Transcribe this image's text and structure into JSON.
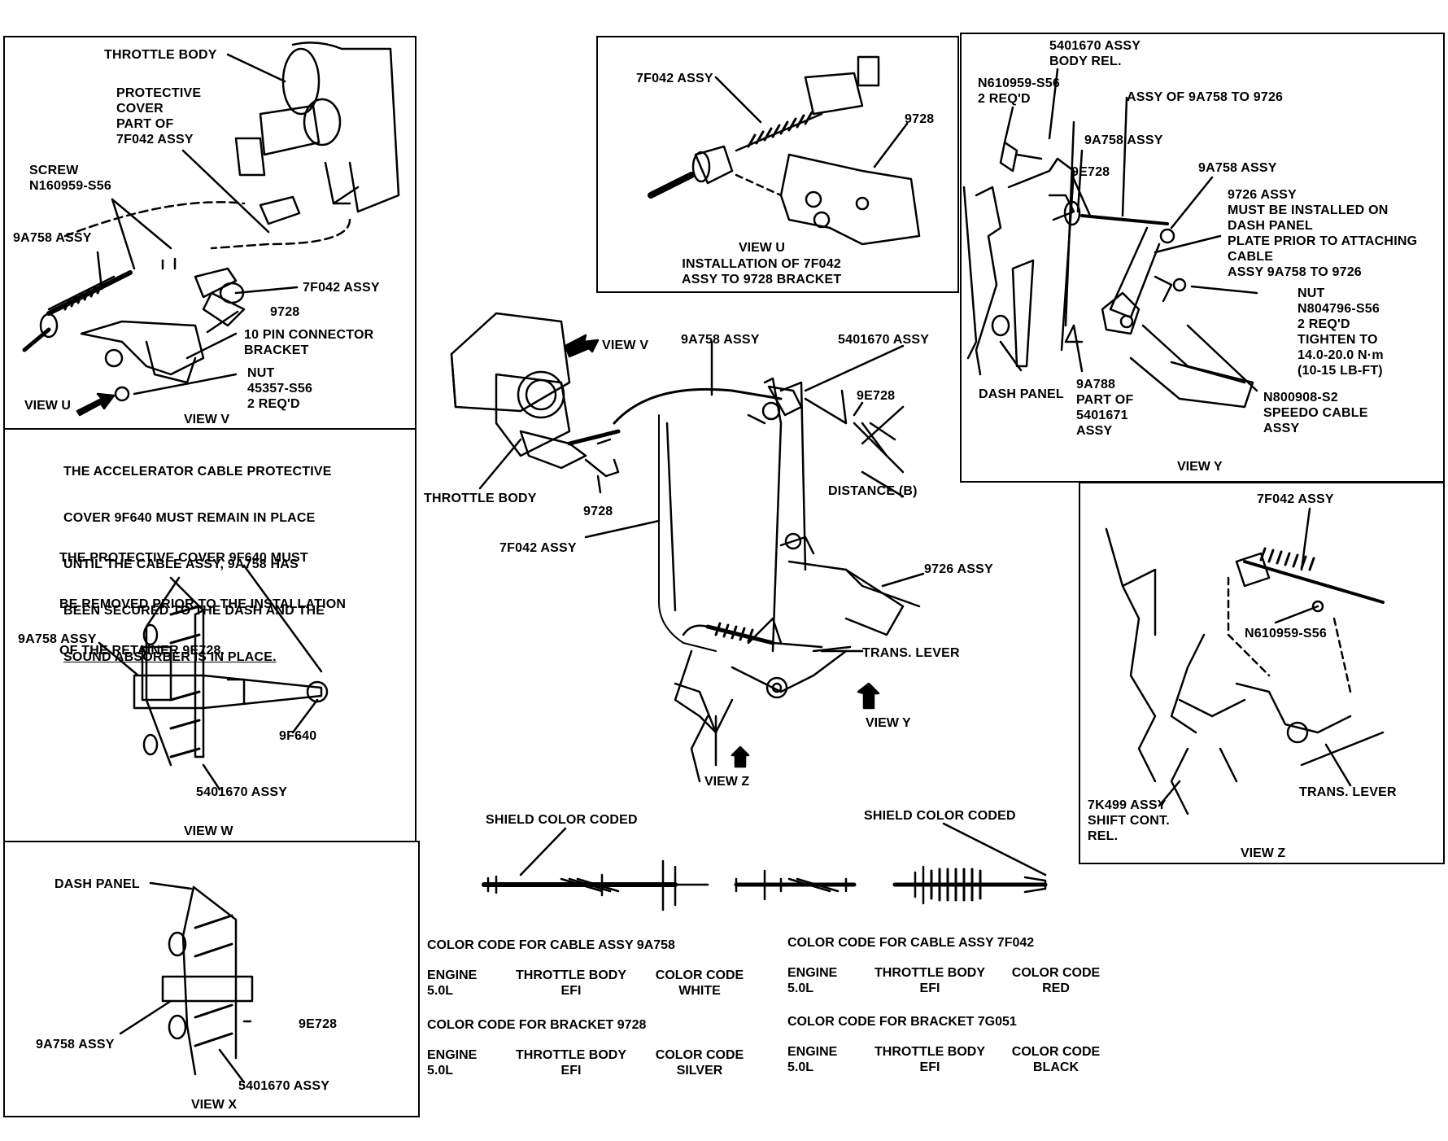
{
  "views": {
    "v": {
      "title": "VIEW V",
      "view_u_ref": "VIEW U",
      "labels": {
        "throttle_body": "THROTTLE BODY",
        "protective_cover": "PROTECTIVE\nCOVER\nPART OF\n7F042 ASSY",
        "screw": "SCREW\nN160959-S56",
        "a758": "9A758 ASSY",
        "f042": "7F042 ASSY",
        "bracket_9728": "9728",
        "connector": "10 PIN CONNECTOR\nBRACKET",
        "nut": "NUT\n45357-S56\n2 REQ'D"
      }
    },
    "u": {
      "title": "VIEW U",
      "caption": "INSTALLATION OF 7F042\nASSY TO 9728 BRACKET",
      "labels": {
        "f042": "7F042 ASSY",
        "bracket_9728": "9728"
      }
    },
    "y": {
      "title": "VIEW Y",
      "labels": {
        "body_rel": "5401670 ASSY\nBODY REL.",
        "n610959": "N610959-S56\n2 REQ'D",
        "assy_of": "ASSY OF 9A758 TO 9726",
        "a758_1": "9A758 ASSY",
        "e728": "9E728",
        "a758_2": "9A758 ASSY",
        "note_9726": "9726 ASSY\nMUST BE INSTALLED ON\nDASH PANEL\nPLATE PRIOR TO ATTACHING\nCABLE\nASSY 9A758 TO 9726",
        "nut": "NUT\nN804796-S56\n2 REQ'D\nTIGHTEN TO\n14.0-20.0 N·m\n(10-15 LB-FT)",
        "dash_panel": "DASH PANEL",
        "a788": "9A788\nPART OF\n5401671\nASSY",
        "speedo": "N800908-S2\nSPEEDO CABLE\nASSY"
      }
    },
    "w": {
      "title": "VIEW W",
      "note1": [
        "THE ACCELERATOR CABLE PROTECTIVE",
        "COVER 9F640 MUST REMAIN IN PLACE",
        "UNTIL THE CABLE ASSY, 9A758 HAS",
        "BEEN SECURED TO THE DASH AND THE",
        "SOUND ABSORBER IS IN PLACE."
      ],
      "note2": [
        "THE PROTECTIVE COVER 9F640 MUST",
        "BE REMOVED PRIOR TO THE INSTALLATION",
        "OF THE RETAINER 9E728."
      ],
      "labels": {
        "a758": "9A758 ASSY",
        "f640": "9F640",
        "assy_5401670": "5401670 ASSY"
      }
    },
    "x": {
      "title": "VIEW X",
      "labels": {
        "dash_panel": "DASH PANEL",
        "e728": "9E728",
        "a758": "9A758 ASSY",
        "assy_5401670": "5401670 ASSY"
      }
    },
    "z": {
      "title": "VIEW Z",
      "labels": {
        "f042": "7F042 ASSY",
        "n610959": "N610959-S56",
        "k499": "7K499 ASSY\nSHIFT CONT.\nREL.",
        "trans_lever": "TRANS. LEVER"
      }
    }
  },
  "main": {
    "labels": {
      "view_v": "VIEW V",
      "a758": "9A758 ASSY",
      "assy_5401670": "5401670 ASSY",
      "e728": "9E728",
      "throttle_body": "THROTTLE BODY",
      "bracket_9728": "9728",
      "distance": "DISTANCE (B)",
      "f042": "7F042 ASSY",
      "a9726": "9726 ASSY",
      "trans_lever": "TRANS. LEVER",
      "view_y": "VIEW Y",
      "view_z": "VIEW Z",
      "shield_1": "SHIELD COLOR CODED",
      "shield_2": "SHIELD COLOR CODED"
    }
  },
  "color_codes": [
    {
      "title": "COLOR CODE FOR CABLE ASSY 9A758",
      "headers": [
        "ENGINE",
        "THROTTLE BODY",
        "COLOR CODE"
      ],
      "row": [
        "5.0L",
        "EFI",
        "WHITE"
      ]
    },
    {
      "title": "COLOR CODE FOR BRACKET 9728",
      "headers": [
        "ENGINE",
        "THROTTLE BODY",
        "COLOR CODE"
      ],
      "row": [
        "5.0L",
        "EFI",
        "SILVER"
      ]
    },
    {
      "title": "COLOR CODE FOR CABLE ASSY 7F042",
      "headers": [
        "ENGINE",
        "THROTTLE BODY",
        "COLOR CODE"
      ],
      "row": [
        "5.0L",
        "EFI",
        "RED"
      ]
    },
    {
      "title": "COLOR CODE FOR BRACKET 7G051",
      "headers": [
        "ENGINE",
        "THROTTLE BODY",
        "COLOR CODE"
      ],
      "row": [
        "5.0L",
        "EFI",
        "BLACK"
      ]
    }
  ]
}
